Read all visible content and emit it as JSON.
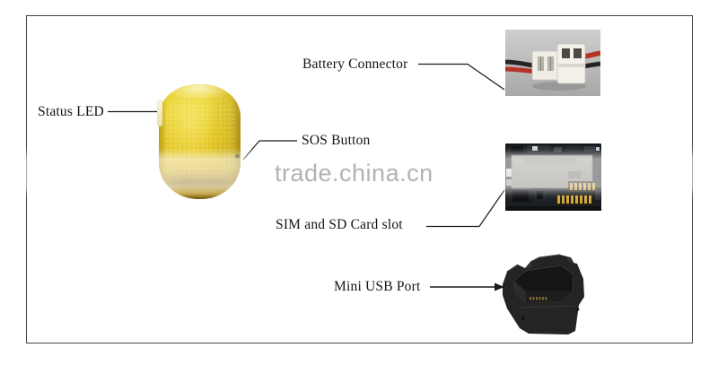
{
  "watermark": {
    "text": "trade.china.cn",
    "color": "#b2b2b2"
  },
  "callouts": {
    "status_led": "Status LED",
    "sos_button": "SOS Button",
    "battery_connector": "Battery Connector",
    "sim_sd_slot": "SIM and SD Card slot",
    "mini_usb_port": "Mini USB Port"
  },
  "photos": {
    "device": "yellow GPS tracker body",
    "battery_connector": "battery connector plug with red and black wires",
    "sim_sd_slot": "circuit board with SIM and SD card slot",
    "mini_usb_port": "black USB charging cradle"
  },
  "colors": {
    "frame_border": "#454545",
    "label_text": "#141414",
    "device_yellow": "#e7cb26",
    "wire_red": "#b43228",
    "wire_black": "#282424",
    "pcb_dark": "#15181b",
    "gold_pins": "#c79d3c",
    "cradle_black": "#242424"
  }
}
